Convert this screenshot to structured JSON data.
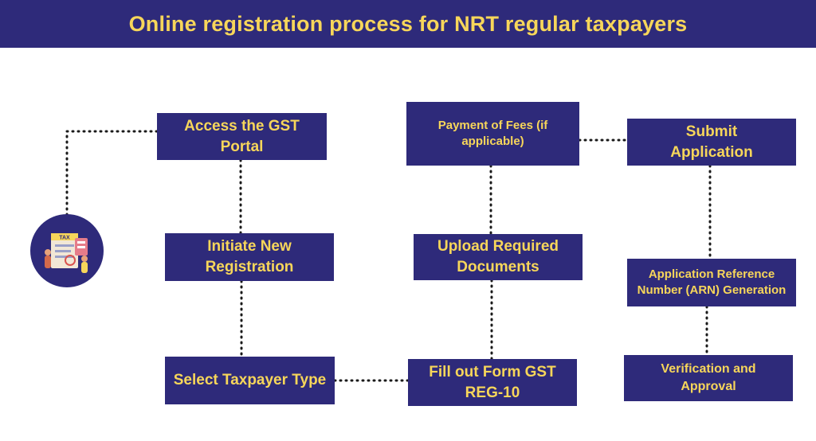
{
  "title": "Online registration process for NRT regular taxpayers",
  "colors": {
    "box": "#2e2a7a",
    "text": "#f7d65a",
    "background": "#ffffff"
  },
  "avatar": {
    "icon": "tax-document-illustration-icon",
    "label": "TAX"
  },
  "steps": {
    "access_portal": "Access the GST Portal",
    "initiate_registration": "Initiate New Registration",
    "select_taxpayer": "Select Taxpayer Type",
    "fill_form": "Fill out Form GST REG-10",
    "upload_documents": "Upload Required Documents",
    "payment_fees": "Payment of Fees (if applicable)",
    "submit_application": "Submit Application",
    "arn_generation": "Application Reference Number (ARN) Generation",
    "verification": "Verification and Approval"
  }
}
